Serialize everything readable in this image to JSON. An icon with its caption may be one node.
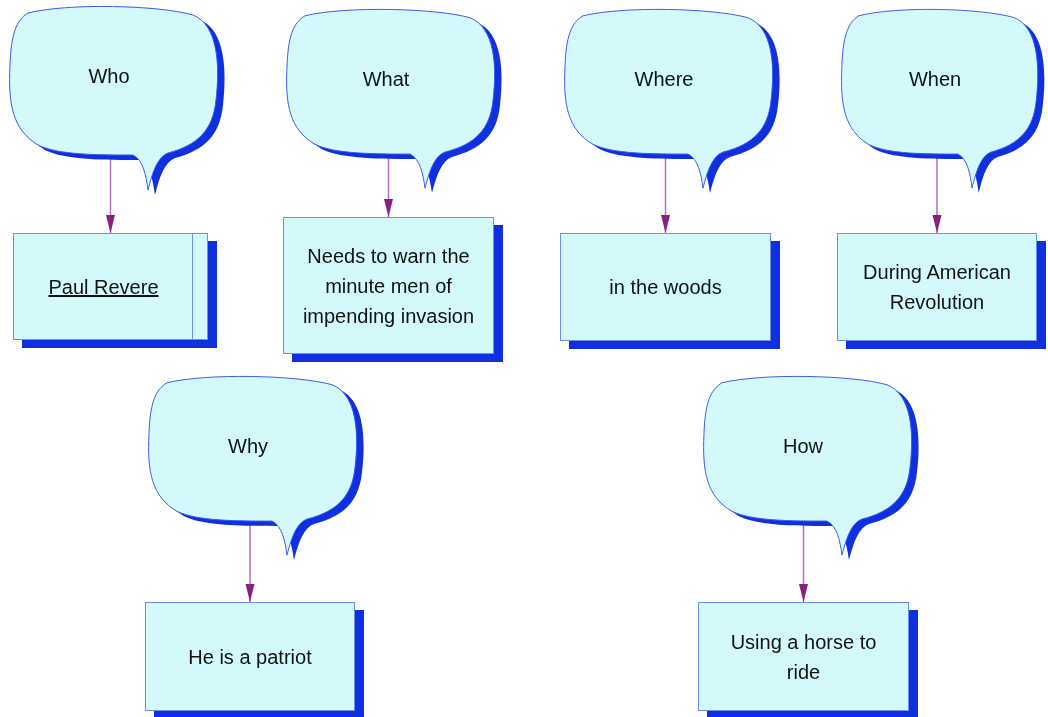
{
  "diagram": {
    "nodes": [
      {
        "text": [
          "Who"
        ]
      },
      {
        "text": [
          "Paul Revere"
        ]
      },
      {
        "text": [
          "What"
        ]
      },
      {
        "text": [
          "Needs to warn the minute men of impending invasion"
        ]
      },
      {
        "text": [
          "Where"
        ]
      },
      {
        "text": [
          "in the woods"
        ]
      },
      {
        "text": [
          "When"
        ]
      },
      {
        "text": [
          "During American Revolution"
        ]
      },
      {
        "text": [
          "Why"
        ]
      },
      {
        "text": [
          "He is a patriot"
        ]
      },
      {
        "text": [
          "How"
        ]
      },
      {
        "text": [
          "Using a horse to ride"
        ]
      }
    ],
    "edges": [
      {
        "from": 0,
        "to": 1,
        "arrow": "to"
      },
      {
        "from": 2,
        "to": 3,
        "arrow": "to"
      },
      {
        "from": 4,
        "to": 5,
        "arrow": "to"
      },
      {
        "from": 6,
        "to": 7,
        "arrow": "to"
      },
      {
        "from": 8,
        "to": 9,
        "arrow": "to"
      },
      {
        "from": 10,
        "to": 11,
        "arrow": "to"
      }
    ]
  }
}
